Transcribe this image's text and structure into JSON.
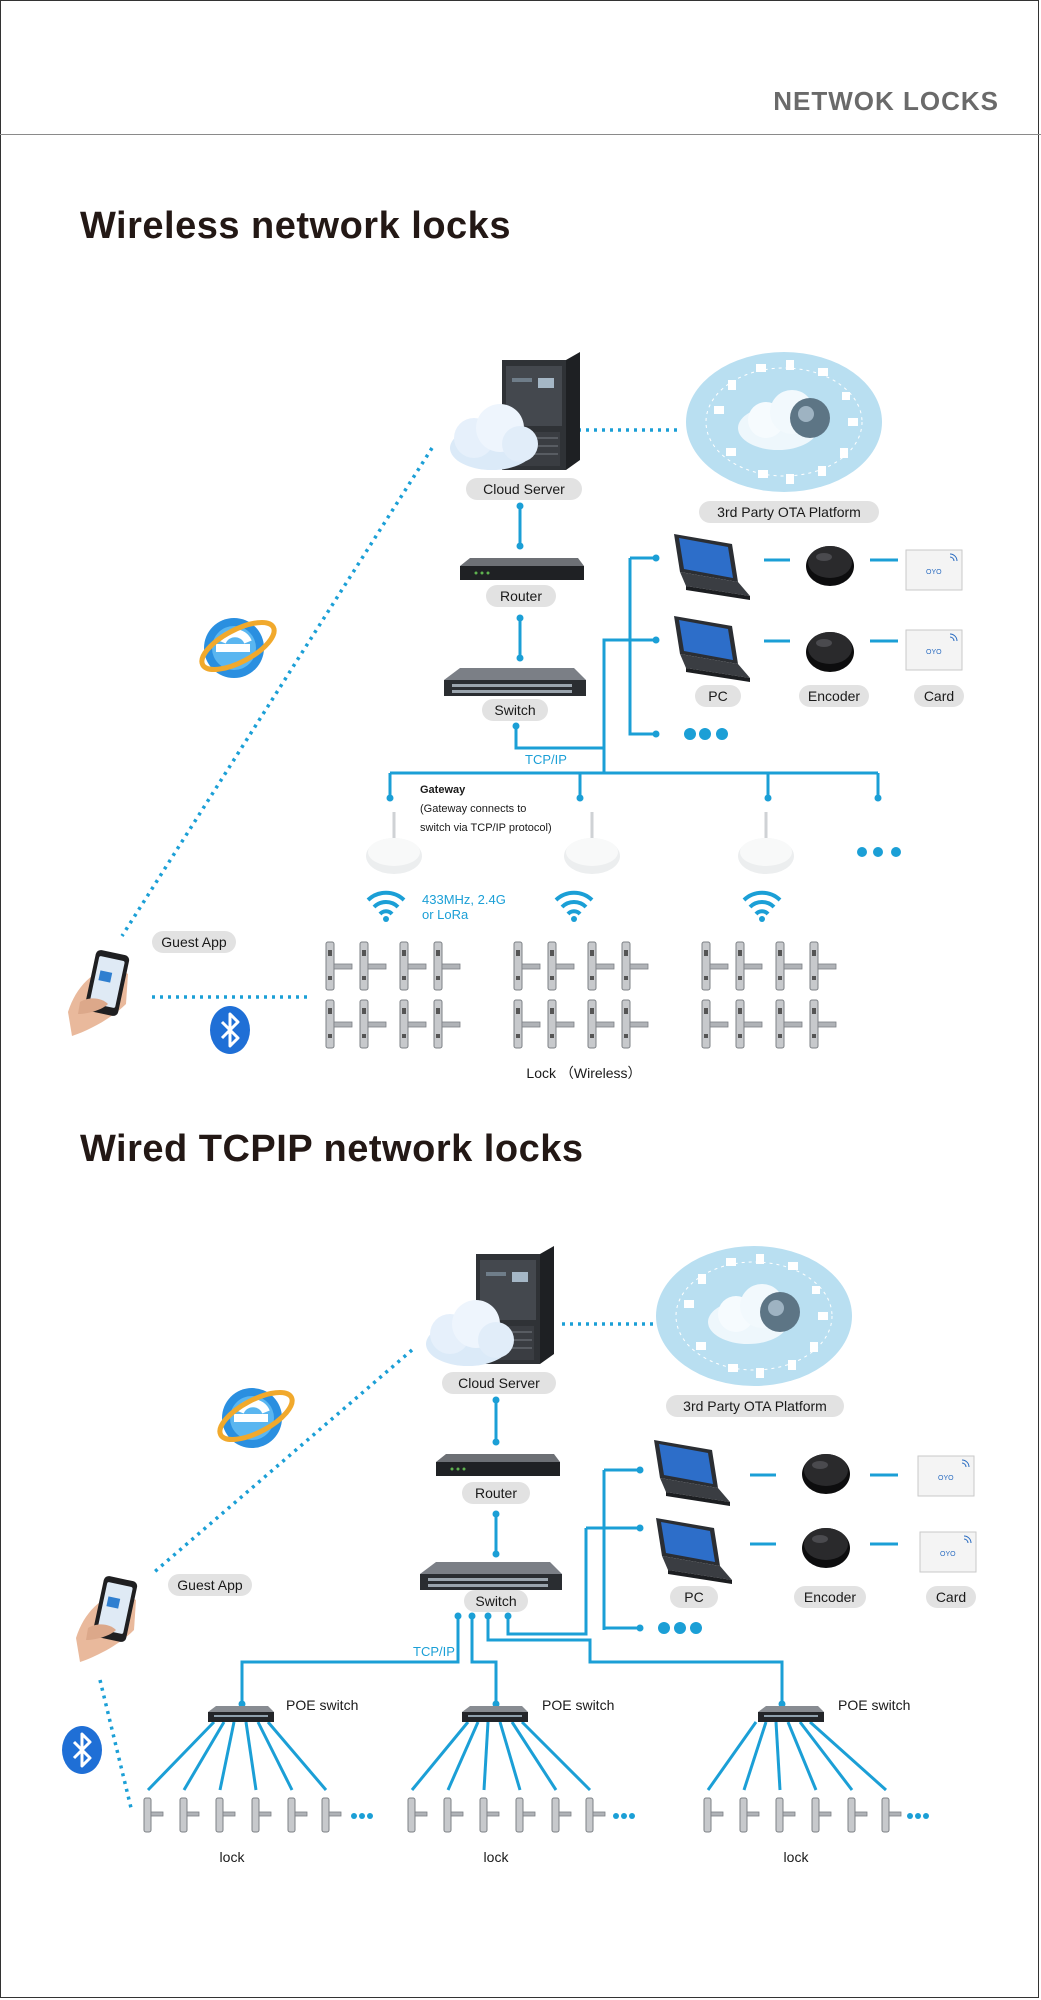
{
  "header": {
    "title": "NETWOK LOCKS"
  },
  "sections": {
    "wireless": {
      "title": "Wireless network locks",
      "cloud_server": "Cloud Server",
      "ota_platform": "3rd Party OTA Platform",
      "router": "Router",
      "switch": "Switch",
      "pc": "PC",
      "encoder": "Encoder",
      "card": "Card",
      "tcpip": "TCP/IP",
      "gateway_title": "Gateway",
      "gateway_note_1": "(Gateway connects to",
      "gateway_note_2": "switch via TCP/IP protocol)",
      "freq_1": "433MHz, 2.4G",
      "freq_2": "or LoRa",
      "guest_app": "Guest App",
      "lock_label": "Lock （Wireless）"
    },
    "wired": {
      "title": "Wired TCPIP network locks",
      "cloud_server": "Cloud Server",
      "ota_platform": "3rd Party OTA Platform",
      "router": "Router",
      "switch": "Switch",
      "pc": "PC",
      "encoder": "Encoder",
      "card": "Card",
      "tcpip": "TCP/IP",
      "guest_app": "Guest App",
      "poe_switch": "POE switch",
      "lock": "lock"
    }
  },
  "colors": {
    "accent": "#1b9fd6",
    "pill": "#e2e2e2"
  },
  "icons": [
    "server-icon",
    "cloud-icon",
    "ota-platform-icon",
    "router-icon",
    "switch-icon",
    "laptop-icon",
    "encoder-icon",
    "card-icon",
    "gateway-icon",
    "wifi-icon",
    "door-lock-icon",
    "phone-icon",
    "browser-icon",
    "bluetooth-icon",
    "poe-switch-icon"
  ]
}
